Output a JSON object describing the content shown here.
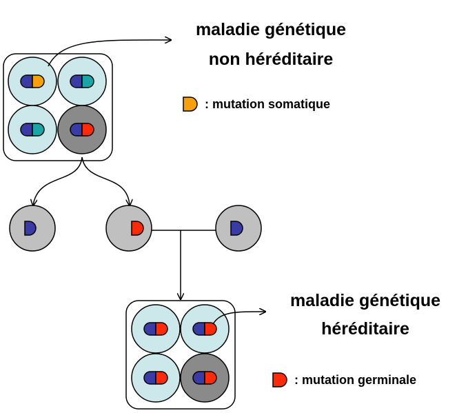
{
  "top_title": {
    "line1": "maladie génétique",
    "line2": "non héréditaire"
  },
  "top_legend": {
    "text": ": mutation somatique",
    "color": "#f5a10d"
  },
  "bottom_title": {
    "line1": "maladie génétique",
    "line2": "héréditaire"
  },
  "bottom_legend": {
    "text": ": mutation germinale",
    "color": "#ff2a0a"
  },
  "colors": {
    "cell_light": "#cde8ea",
    "cell_dark": "#8a8a8a",
    "gamete": "#c0c0c0",
    "chromosome_blue": "#3b3ba6",
    "somatic_orange": "#f5a10d",
    "somatic_teal": "#1aa6a6",
    "germinal_red": "#ff2a0a",
    "box_fill": "#ffffff",
    "stroke": "#000000"
  }
}
